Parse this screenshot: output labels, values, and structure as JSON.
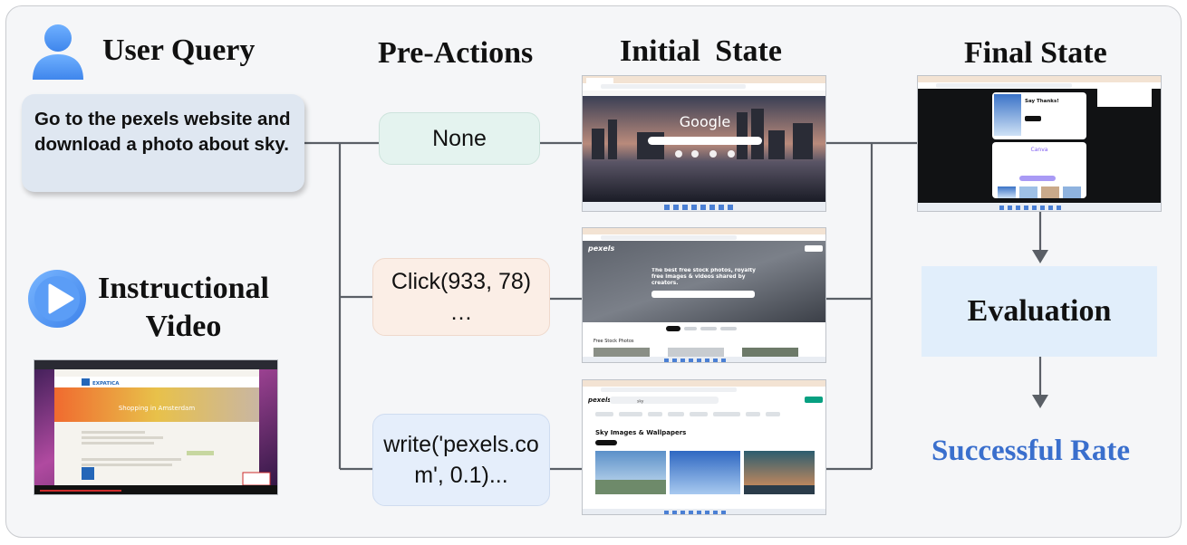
{
  "headings": {
    "user_query": "User Query",
    "pre_actions": "Pre-Actions",
    "initial_state": "Initial  State",
    "final_state": "Final State",
    "instructional_video": "Instructional Video"
  },
  "query": {
    "text": "Go to the pexels website and download a photo about sky."
  },
  "pre_actions": {
    "none": "None",
    "click": "Click(933, 78)",
    "click_more": "…",
    "write_line1": "write('pexels.co",
    "write_line2": "m', 0.1)..."
  },
  "evaluation": {
    "label": "Evaluation",
    "result": "Successful Rate"
  },
  "screenshots": {
    "google_logo": "Google",
    "pexels_logo": "pexels",
    "pexels_hero": "The best free stock photos, royalty free images & videos shared by creators.",
    "pexels_free": "Free Stock Photos",
    "pexels_search_heading": "Sky Images & Wallpapers",
    "pexels_search_query": "sky",
    "final_say_thanks": "Say Thanks!",
    "final_canva": "Canva",
    "video_site": "EXPATICA",
    "video_banner": "Shopping in Amsterdam"
  },
  "colors": {
    "background": "#f5f6f8",
    "query_box": "#dfe7f1",
    "none_box": "#e4f3ef",
    "click_box": "#fbeee6",
    "write_box": "#e5eefb",
    "evaluation_box": "#e1eefb",
    "success_text": "#3a6fcd",
    "icon_blue": "#4a8ff0"
  },
  "icons": {
    "user": "user-icon",
    "video": "play-icon"
  }
}
